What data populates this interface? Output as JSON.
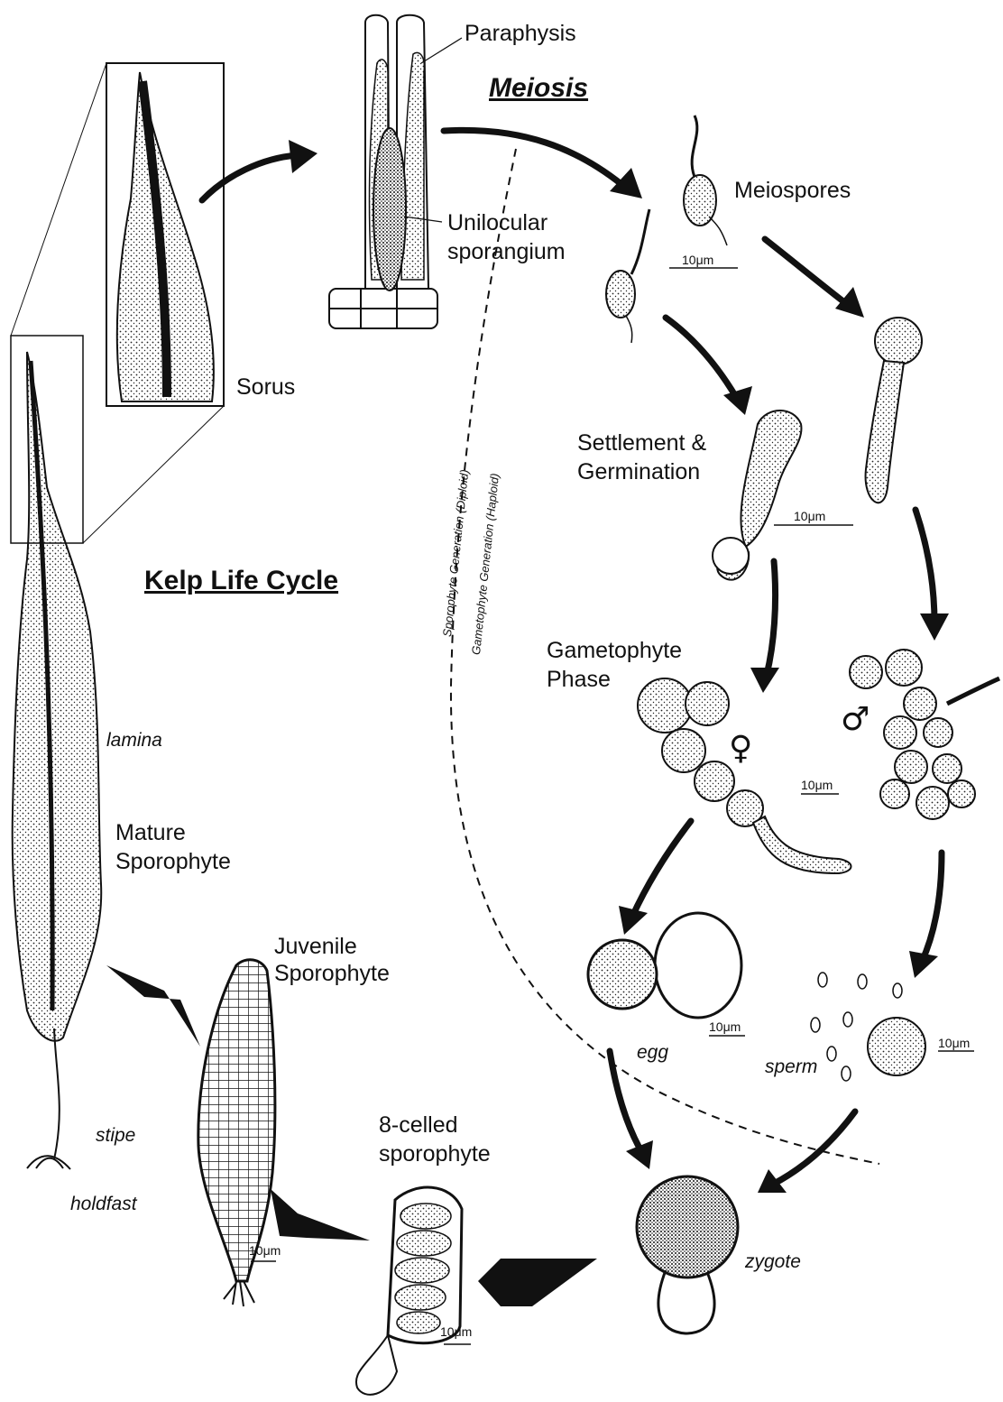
{
  "title": "Kelp Life Cycle",
  "meiosis_label": "Meiosis",
  "generations": {
    "diploid": "Sporophyte Generation (Diploid)",
    "haploid": "Gametophyte Generation (Haploid)"
  },
  "labels": {
    "paraphysis": "Paraphysis",
    "unilocular_line1": "Unilocular",
    "unilocular_line2": "sporangium",
    "sorus": "Sorus",
    "meiospores": "Meiospores",
    "settlement_line1": "Settlement &",
    "settlement_line2": "Germination",
    "gametophyte_line1": "Gametophyte",
    "gametophyte_line2": "Phase",
    "female_symbol": "♀",
    "male_symbol": "♂",
    "egg": "egg",
    "sperm": "sperm",
    "zygote": "zygote",
    "eight_celled_line1": "8-celled",
    "eight_celled_line2": "sporophyte",
    "juvenile_line1": "Juvenile",
    "juvenile_line2": "Sporophyte",
    "mature_line1": "Mature",
    "mature_line2": "Sporophyte",
    "lamina": "lamina",
    "stipe": "stipe",
    "holdfast": "holdfast"
  },
  "scale_bar": "10μm",
  "colors": {
    "ink": "#111111",
    "background": "#ffffff"
  }
}
